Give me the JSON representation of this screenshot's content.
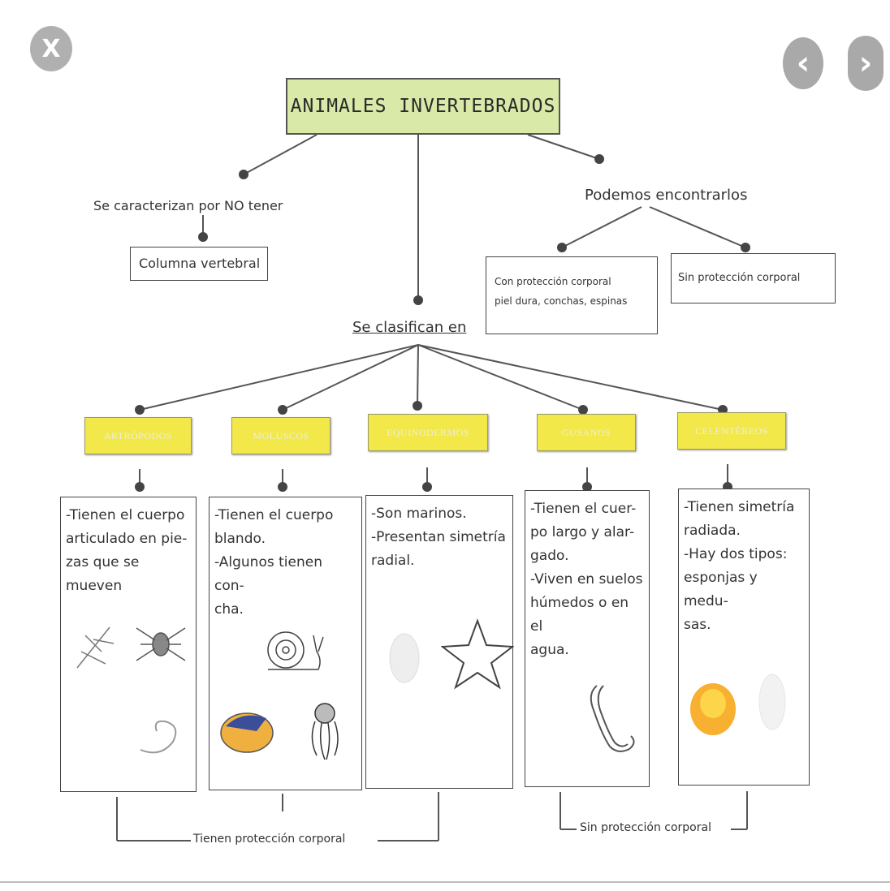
{
  "nav": {
    "close_glyph": "X",
    "prev_glyph": "‹",
    "next_glyph": "›"
  },
  "map": {
    "title": "ANIMALES INVERTEBRADOS",
    "left_branch": {
      "label": "Se caracterizan por NO tener",
      "box": "Columna vertebral"
    },
    "right_branch": {
      "label": "Podemos encontrarlos",
      "protected_line1": "Con protección corporal",
      "protected_line2": "piel dura, conchas, espinas",
      "unprotected": "Sin protección corporal"
    },
    "classify_label": "Se clasifican en",
    "categories": [
      {
        "name": "ARTRÓPODOS",
        "lines": [
          "-Tienen el cuerpo",
          "articulado en pie-",
          "zas que se mueven"
        ]
      },
      {
        "name": "MOLUSCOS",
        "lines": [
          "-Tienen el cuerpo",
          "blando.",
          "-Algunos tienen con-",
          "cha."
        ]
      },
      {
        "name": "EQUINODERMOS",
        "lines": [
          "-Son marinos.",
          "-Presentan simetría",
          "radial."
        ]
      },
      {
        "name": "GUSANOS",
        "lines": [
          "-Tienen el cuer-",
          "po largo y alar-",
          "gado.",
          "-Viven en suelos",
          "húmedos o en el",
          "agua."
        ]
      },
      {
        "name": "CELENTÉREOS",
        "lines": [
          "-Tienen simetría",
          "radiada.",
          "-Hay dos tipos:",
          "esponjas y medu-",
          "sas."
        ]
      }
    ],
    "bracket_protected": "Tienen protección corporal",
    "bracket_unprotected": "Sin protección corporal"
  },
  "colors": {
    "title_fill": "#d9e9a7",
    "category_fill": "#f2e84a",
    "button_gray": "#a9a9a9"
  }
}
